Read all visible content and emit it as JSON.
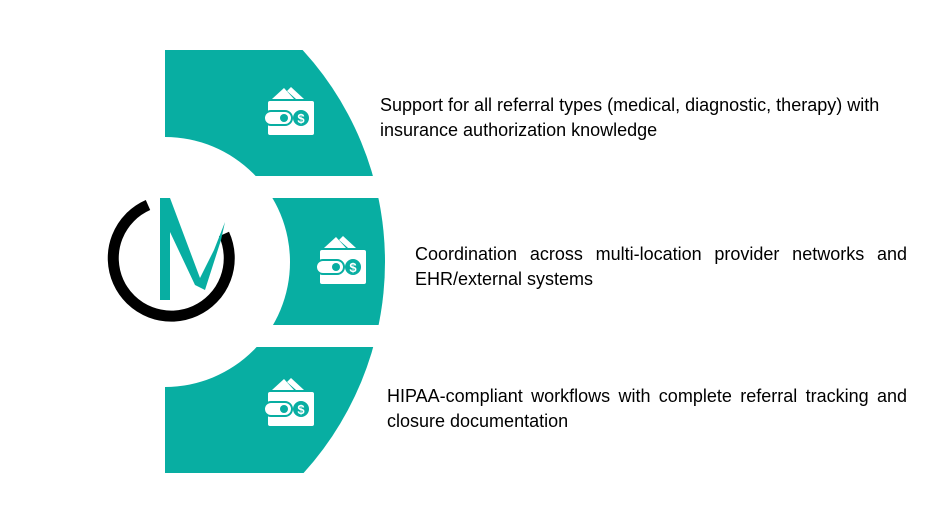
{
  "colors": {
    "accent": "#08AEA2",
    "ring": "#000000",
    "background": "#FFFFFF"
  },
  "logo": {
    "name": "M-logo"
  },
  "items": [
    {
      "icon": "wallet-dollar-icon",
      "text": "Support for all referral types (medical, diagnostic, therapy) with insurance authorization knowledge"
    },
    {
      "icon": "wallet-dollar-icon",
      "text": "Coordination across multi-location provider networks and EHR/external systems"
    },
    {
      "icon": "wallet-dollar-icon",
      "text": "HIPAA-compliant workflows with complete referral tracking and closure documentation"
    }
  ]
}
